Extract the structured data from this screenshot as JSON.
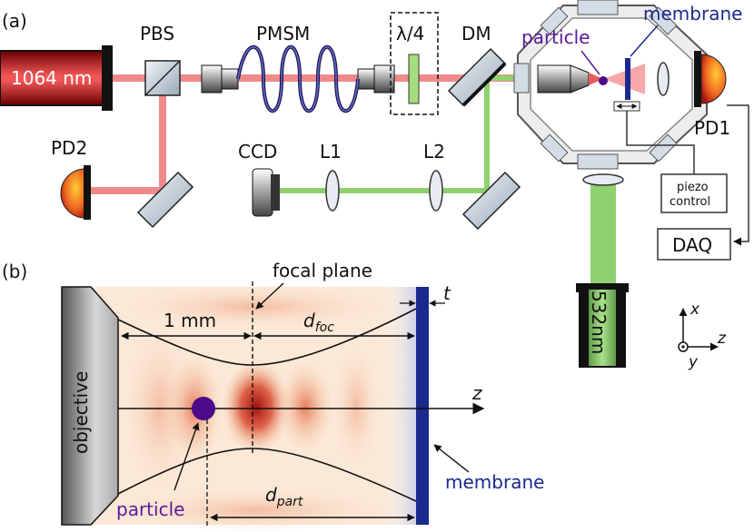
{
  "panel_a": {
    "tag": "(a)",
    "laser_label": "1064 nm",
    "pbs_label": "PBS",
    "pmsm_label": "PMSM",
    "waveplate_label": "λ/4",
    "dm_label": "DM",
    "particle_label": "particle",
    "membrane_label": "membrane",
    "pd1_label": "PD1",
    "pd2_label": "PD2",
    "ccd_label": "CCD",
    "l1_label": "L1",
    "l2_label": "L2",
    "piezo_label_1": "piezo",
    "piezo_label_2": "control",
    "daq_label": "DAQ",
    "green_laser_label": "532nm",
    "axis_x": "x",
    "axis_y": "y",
    "axis_z": "z"
  },
  "panel_b": {
    "tag": "(b)",
    "objective_label": "objective",
    "focal_plane_label": "focal plane",
    "t_label": "t",
    "scale_label": "1 mm",
    "d_foc_main": "d",
    "d_foc_sub": "foc",
    "z_label": "z",
    "particle_label": "particle",
    "membrane_label": "membrane",
    "d_part_main": "d",
    "d_part_sub": "part"
  },
  "colors": {
    "ir_beam": "#f08a8a",
    "green_beam": "#8fd16f",
    "particle": "#4b0a8a",
    "membrane": "#1a2a8c",
    "text_particle": "#5a1a9a",
    "text_membrane": "#1a2a8c"
  }
}
